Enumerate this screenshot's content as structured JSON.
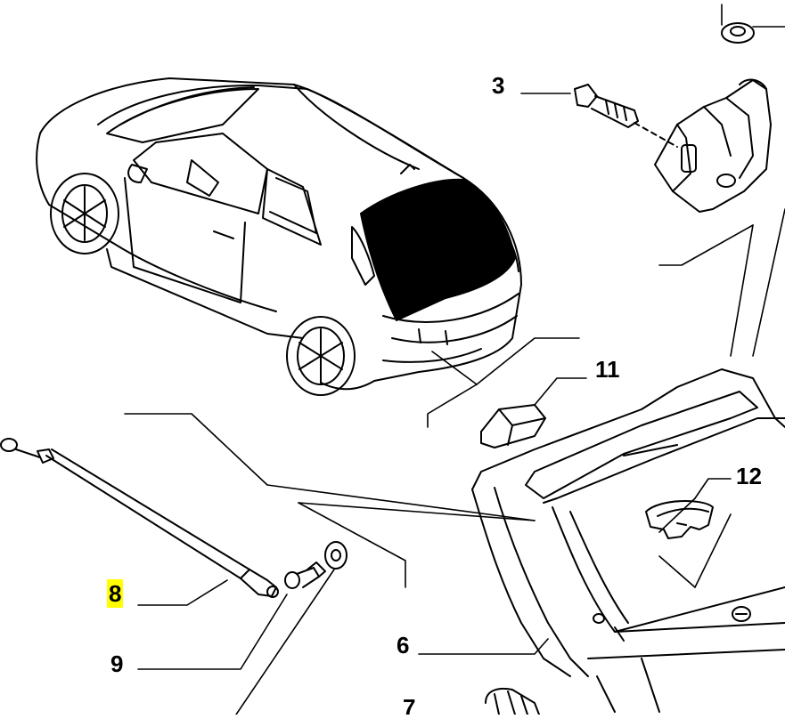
{
  "diagram": {
    "callouts": [
      {
        "id": "3",
        "label": "3",
        "highlight": false
      },
      {
        "id": "6",
        "label": "6",
        "highlight": false
      },
      {
        "id": "7",
        "label": "7",
        "highlight": false
      },
      {
        "id": "8",
        "label": "8",
        "highlight": true,
        "highlight_color": "#ffff00"
      },
      {
        "id": "9",
        "label": "9",
        "highlight": false
      },
      {
        "id": "11",
        "label": "11",
        "highlight": false
      },
      {
        "id": "12",
        "label": "12",
        "highlight": false
      }
    ],
    "colors": {
      "line": "#000000",
      "background": "#ffffff",
      "glass": "#000000",
      "highlight": "#ffff00"
    }
  }
}
